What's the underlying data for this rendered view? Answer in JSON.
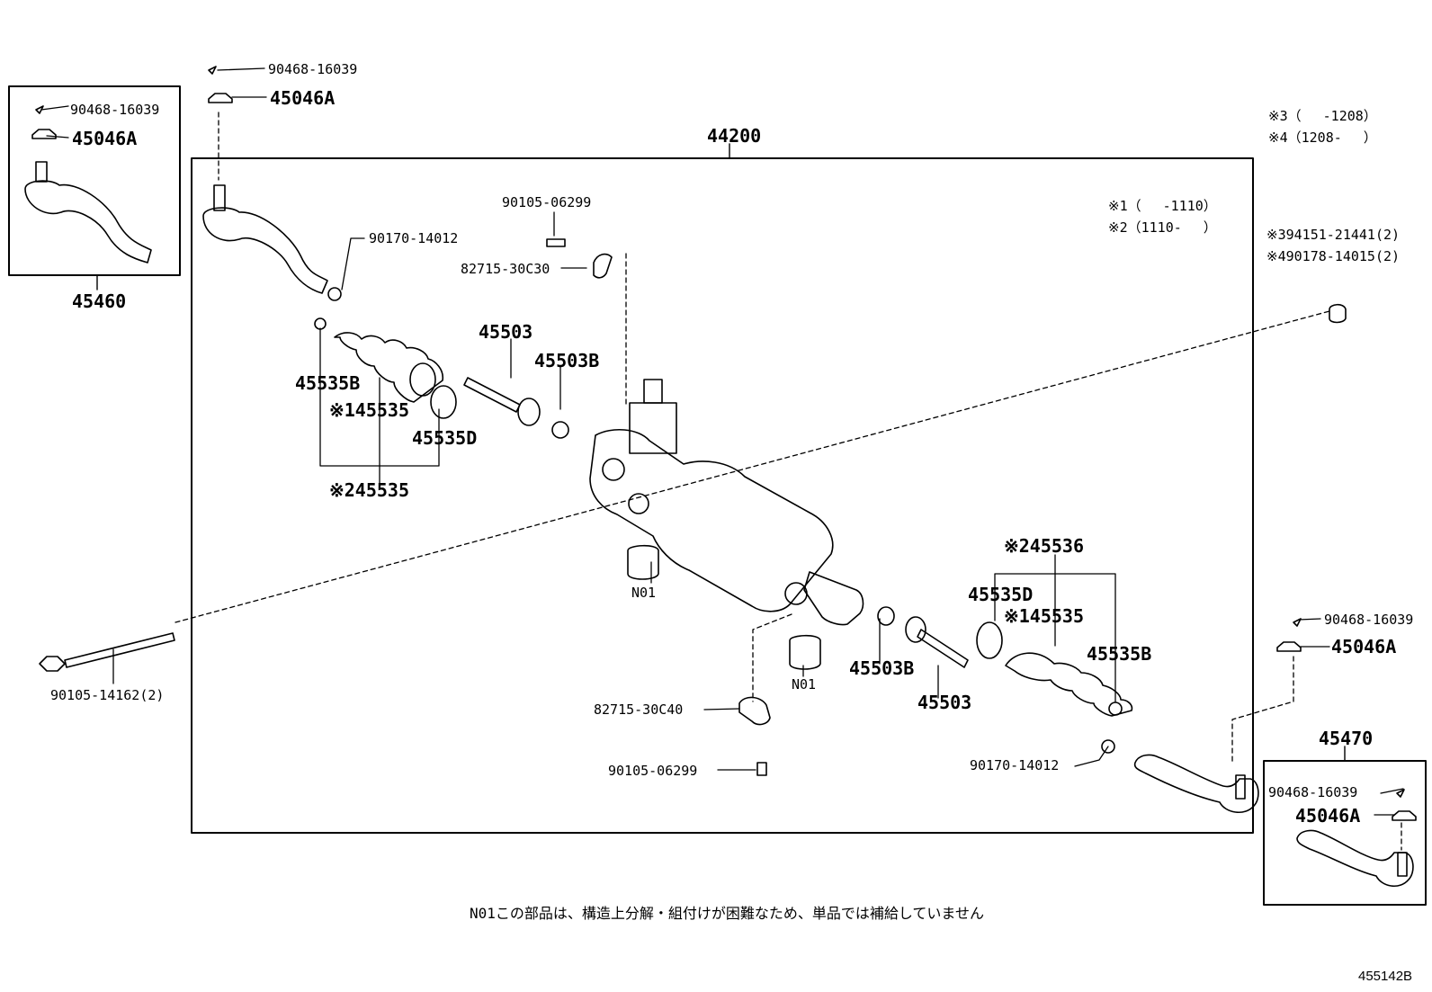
{
  "labels": {
    "tie_end_lh_left_box_pin": "90468-16039",
    "tie_end_lh_left_box_nut": "45046A",
    "tie_end_lh_part": "45460",
    "top_pin": "90468-16039",
    "top_nut": "45046A",
    "gear_assy": "44200",
    "clip_left": "90170-14012",
    "bolt_top": "90105-06299",
    "bracket_top": "82715-30C30",
    "rod_left": "45503",
    "washer_left": "45503B",
    "clamp_left": "45535B",
    "boot_left_note1": "※145535",
    "clamp_d_left": "45535D",
    "boot_left_note2": "※245535",
    "date_note1": "※1（　 -1110）",
    "date_note2": "※2（1110-　 ）",
    "date_note3": "※3（　 -1208）",
    "date_note4": "※4（1208-　 ）",
    "nut_note3": "※394151-21441(2)",
    "nut_note4": "※490178-14015(2)",
    "bushing_top": "N01",
    "bushing_bottom": "N01",
    "long_bolt": "90105-14162(2)",
    "boot_right_note2": "※245536",
    "clamp_d_right": "45535D",
    "boot_right_note1": "※145535",
    "washer_right": "45503B",
    "clamp_right": "45535B",
    "rod_right": "45503",
    "bracket_bottom": "82715-30C40",
    "bolt_bottom": "90105-06299",
    "clip_right": "90170-14012",
    "right_pin": "90468-16039",
    "right_nut": "45046A",
    "tie_end_rh_part": "45470",
    "tie_end_rh_box_pin": "90468-16039",
    "tie_end_rh_box_nut": "45046A",
    "footnote": "N01この部品は、構造上分解・組付けが困難なため、単品では補給していません",
    "figure_id": "455142B"
  }
}
